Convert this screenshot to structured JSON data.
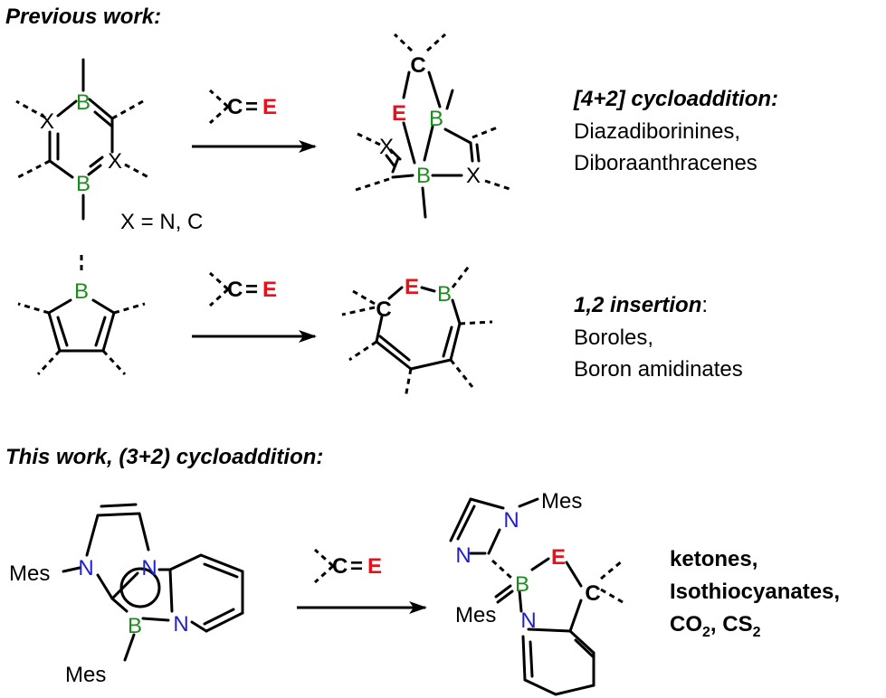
{
  "headings": {
    "previous": "Previous work:",
    "this_work": "This work, (3+2) cycloaddition:"
  },
  "atoms": {
    "B": "B",
    "X": "X",
    "C": "C",
    "E": "E",
    "N": "N",
    "eq": "=",
    "mes": "Mes"
  },
  "reagent": {
    "c": "C",
    "eq": "=",
    "e": "E"
  },
  "substituent_note": "X = N, C",
  "row1": {
    "title": "[4+2] cycloaddition:",
    "lines": [
      "Diazadiborinines,",
      "Diboraanthracenes"
    ]
  },
  "row2": {
    "title": "1,2 insertion",
    "colon": ":",
    "lines": [
      "Boroles,",
      "Boron amidinates"
    ]
  },
  "row3": {
    "lines": [
      "ketones,",
      "Isothiocyanates,"
    ],
    "co2_main": "CO",
    "co2_sub": "2",
    "sep": ", ",
    "cs2_main": "CS",
    "cs2_sub": "2"
  },
  "colors": {
    "boron": "#1f8a1f",
    "nitrogen": "#1f1fcc",
    "hetero": "#e8101a"
  }
}
